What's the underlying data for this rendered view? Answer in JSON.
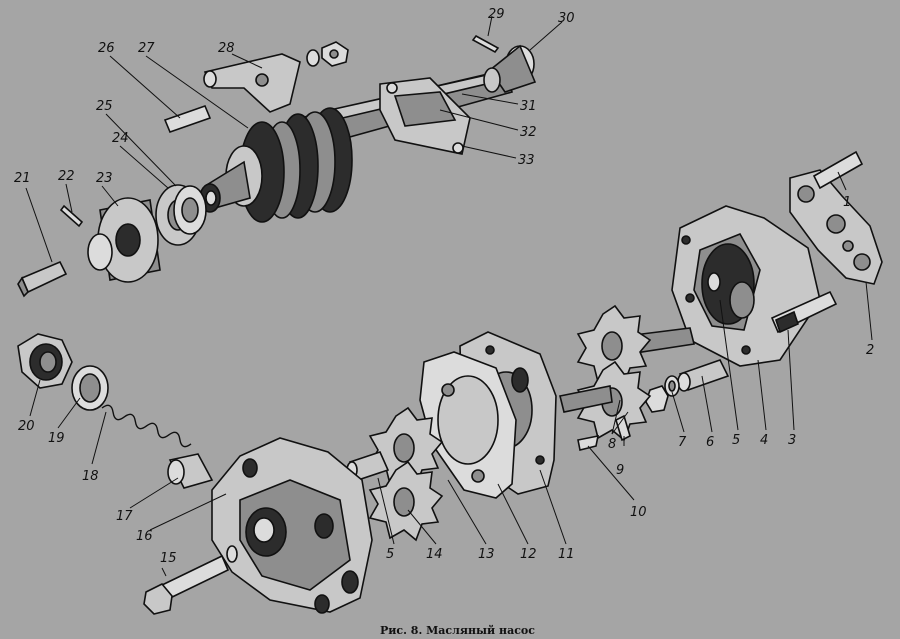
{
  "caption": "Рис. 8. Масляный насос",
  "callouts": [
    "1",
    "2",
    "3",
    "4",
    "5",
    "6",
    "7",
    "8",
    "9",
    "10",
    "11",
    "12",
    "13",
    "14",
    "15",
    "16",
    "17",
    "18",
    "19",
    "20",
    "21",
    "22",
    "23",
    "24",
    "25",
    "26",
    "27",
    "28",
    "29",
    "30",
    "31",
    "32",
    "33",
    "5"
  ]
}
